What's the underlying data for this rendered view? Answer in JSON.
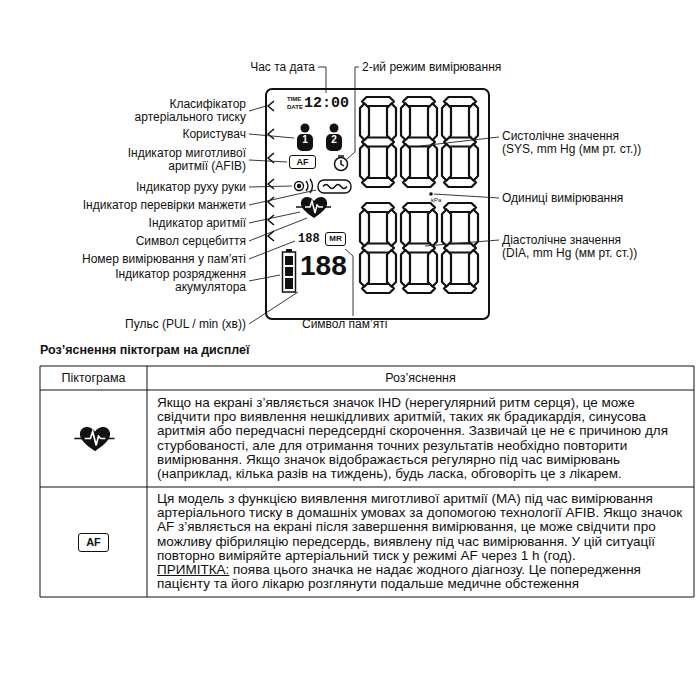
{
  "diagram": {
    "nodes": [
      {
        "text": [
          "TIME",
          "DATE",
          "12:00",
          "1",
          "2",
          "188",
          "188",
          "kPa"
        ]
      },
      {
        "text": [
          "AF"
        ],
        "in": 0
      },
      {
        "text": [
          "MR"
        ],
        "in": 0
      },
      {
        "text": [
          "AF"
        ]
      }
    ],
    "labels": [
      "Час та дата",
      "2-ий режим вимірювання",
      "Класифікатор артеріального тиску",
      "Користувач",
      "Індикатор миготливої аритмії (AFIB)",
      "Індикатор руху руки",
      "Індикатор перевірки манжети",
      "Індикатор аритмії",
      "Символ серцебиття",
      "Номер вимірювання у пам’яті",
      "Індикатор розрядження акумулятора",
      "Пульс (PUL / min (хв))",
      "Символ пам’яті",
      "Систолічне значення (SYS, mm Hg (мм рт. ст.))",
      "Одиниці вимірювання",
      "Діастолічне значення (DIA, mm Hg (мм рт. ст.))",
      "Роз’яснення піктограм на дисплеї",
      "Піктограма",
      "Роз’яснення",
      "Якщо на екрані з’являється значок IHD (нерегулярний ритм серця), це може свідчити про виявлення нешкідливих аритмій, таких як брадикардія, синусова аритмія або передчасні передсердні скорочення. Зазвичай це не є причиною для стурбованості, але для отримання точних результатів необхідно повторити вимірювання. Якщо значок відображається регулярно під час вимірювань (наприклад, кілька разів на тиждень), будь ласка, обговоріть це з лікарем.",
      "Ця модель з функцією виявлення миготливої аритмії (МА) під час вимірювання артеріального тиску в домашніх умовах за допомогою технології AFIB. Якщо значок AF з’являється на екрані після завершення вимірювання, це може свідчити про можливу фібриляцію передсердь, виявлену під час вимірювання. У цій ситуації повторно виміряйте артеріальний тиск у режимі AF через 1 h (год).",
      "ПРИМІТКА:",
      "поява цього значка не надає жодного діагнозу. Це попередження пацієнту та його лікарю розглянути подальше медичне обстеження"
    ]
  }
}
